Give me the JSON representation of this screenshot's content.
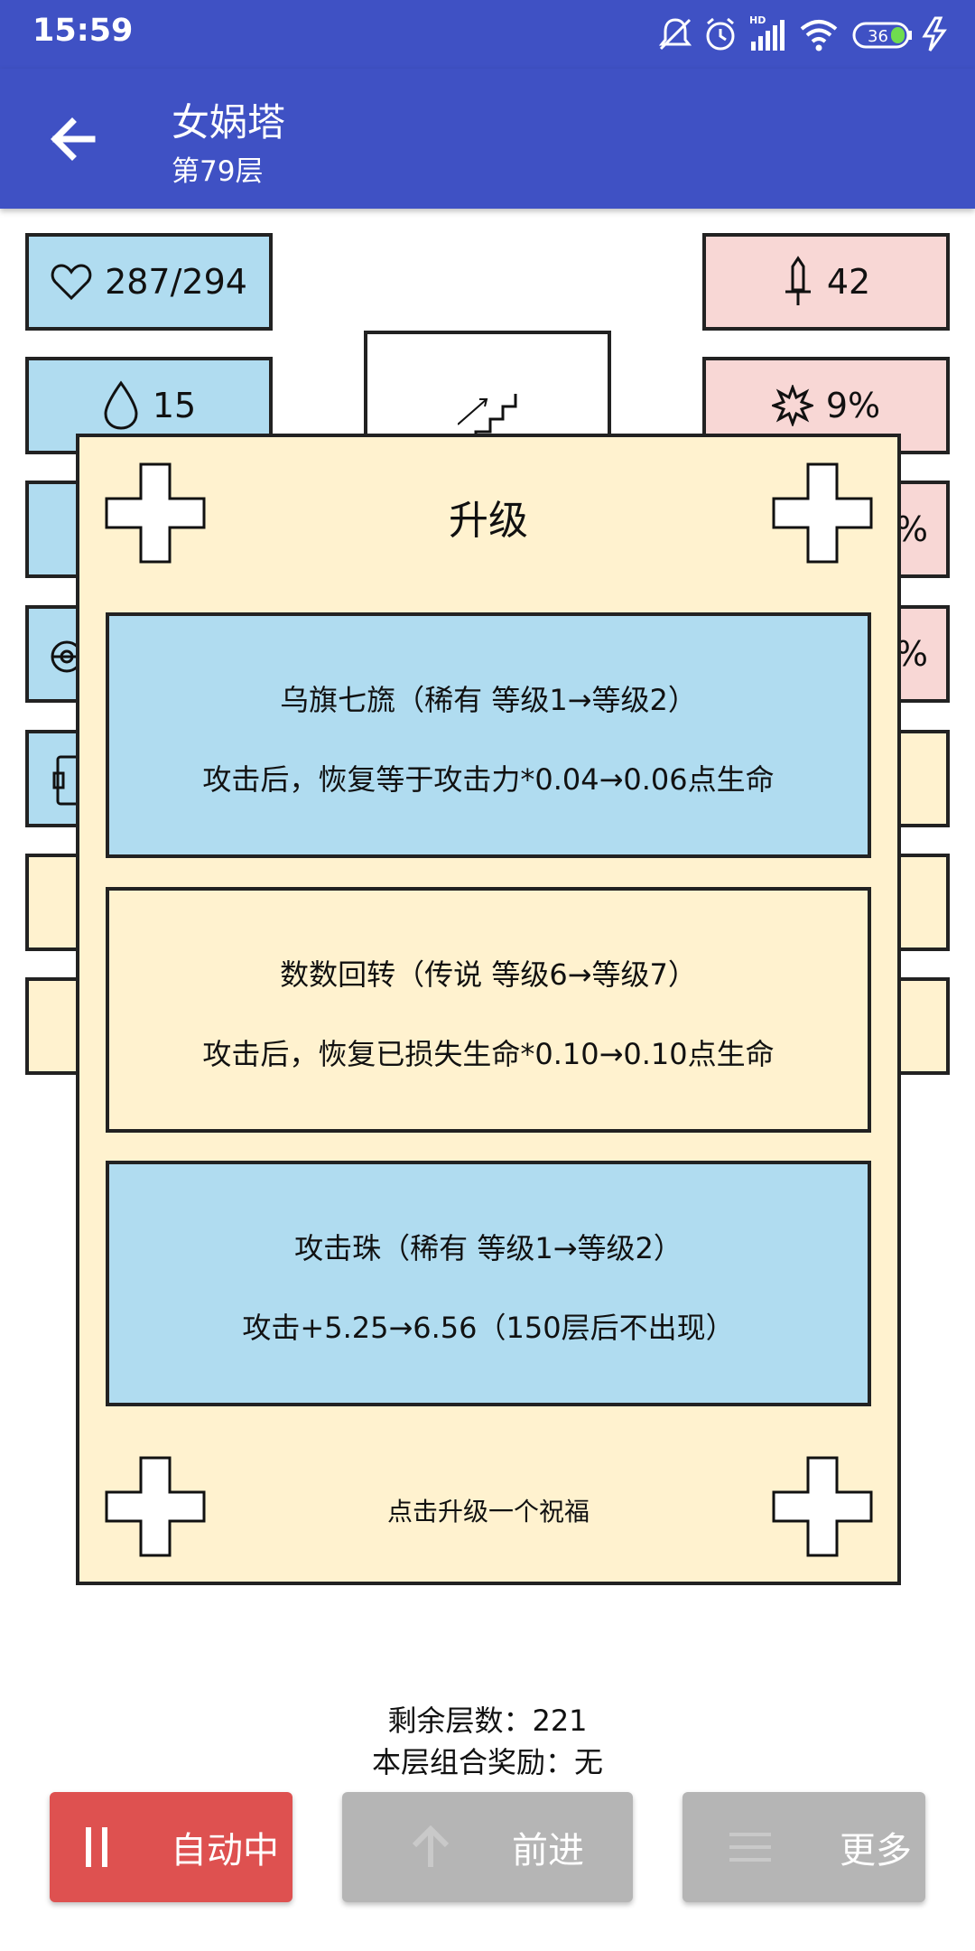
{
  "status_bar": {
    "time": "15:59",
    "battery": "36",
    "network": "HD"
  },
  "app_bar": {
    "title": "女娲塔",
    "subtitle": "第79层"
  },
  "stats_left": [
    {
      "icon": "heart-icon",
      "value": "287/294"
    },
    {
      "icon": "drop-icon",
      "value": "15"
    }
  ],
  "stats_right": [
    {
      "icon": "sword-icon",
      "value": "42"
    },
    {
      "icon": "burst-icon",
      "value": "9%"
    },
    {
      "value": "%"
    },
    {
      "value": "%"
    }
  ],
  "dialog": {
    "title": "升级",
    "cards": [
      {
        "line1": "乌旗七旒（稀有 等级1→等级2）",
        "line2": "攻击后，恢复等于攻击力*0.04→0.06点生命",
        "color": "#b0dcf0"
      },
      {
        "line1": "数数回转（传说 等级6→等级7）",
        "line2": "攻击后，恢复已损失生命*0.10→0.10点生命",
        "color": "#fff2cf"
      },
      {
        "line1": "攻击珠（稀有 等级1→等级2）",
        "line2": "攻击+5.25→6.56（150层后不出现）",
        "color": "#b0dcf0"
      }
    ],
    "hint": "点击升级一个祝福"
  },
  "footer": {
    "remaining": "剩余层数：221",
    "bonus": "本层组合奖励：无"
  },
  "buttons": {
    "auto": "自动中",
    "forward": "前进",
    "more": "更多"
  },
  "colors": {
    "primary": "#3f51c4",
    "blue_card": "#b0dcf0",
    "cream": "#fff2cf",
    "pink": "#f8d7d5",
    "auto_button": "#de5150",
    "disabled_button": "#b5b5b5"
  }
}
